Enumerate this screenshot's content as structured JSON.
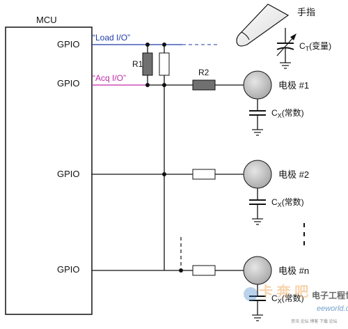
{
  "mcu": {
    "title": "MCU",
    "gpio_labels": [
      "GPIO",
      "GPIO",
      "GPIO",
      "GPIO"
    ]
  },
  "signals": {
    "load": "“Load I/O”",
    "acq": "“Acq I/O”",
    "load_color": "#1f3aa8",
    "acq_color": "#c02aa8"
  },
  "resistors": {
    "r1": "R1",
    "r2": "R2",
    "r2_fill": "#707070"
  },
  "finger": {
    "label": "手指",
    "cap_label_main": "C",
    "cap_label_sub": "T",
    "cap_label_suffix": "(变量)"
  },
  "electrodes": [
    {
      "label": "电极 #1",
      "cap_main": "C",
      "cap_sub": "X",
      "cap_suffix": "(常数)"
    },
    {
      "label": "电极 #2",
      "cap_main": "C",
      "cap_sub": "X",
      "cap_suffix": "(常数)"
    },
    {
      "label": "电极 #n",
      "cap_main": "C",
      "cap_sub": "X",
      "cap_suffix": "(常数)"
    }
  ],
  "electrode_fill": "#c8c8c8",
  "watermark": {
    "logo_text": "卡 奔 吧",
    "site_cn": "电子工程世界",
    "site_en": "eeworld.com.cn",
    "tagline": "资讯 论坛 博客 下载 论坛",
    "icon": "eeworld-logo-icon"
  }
}
